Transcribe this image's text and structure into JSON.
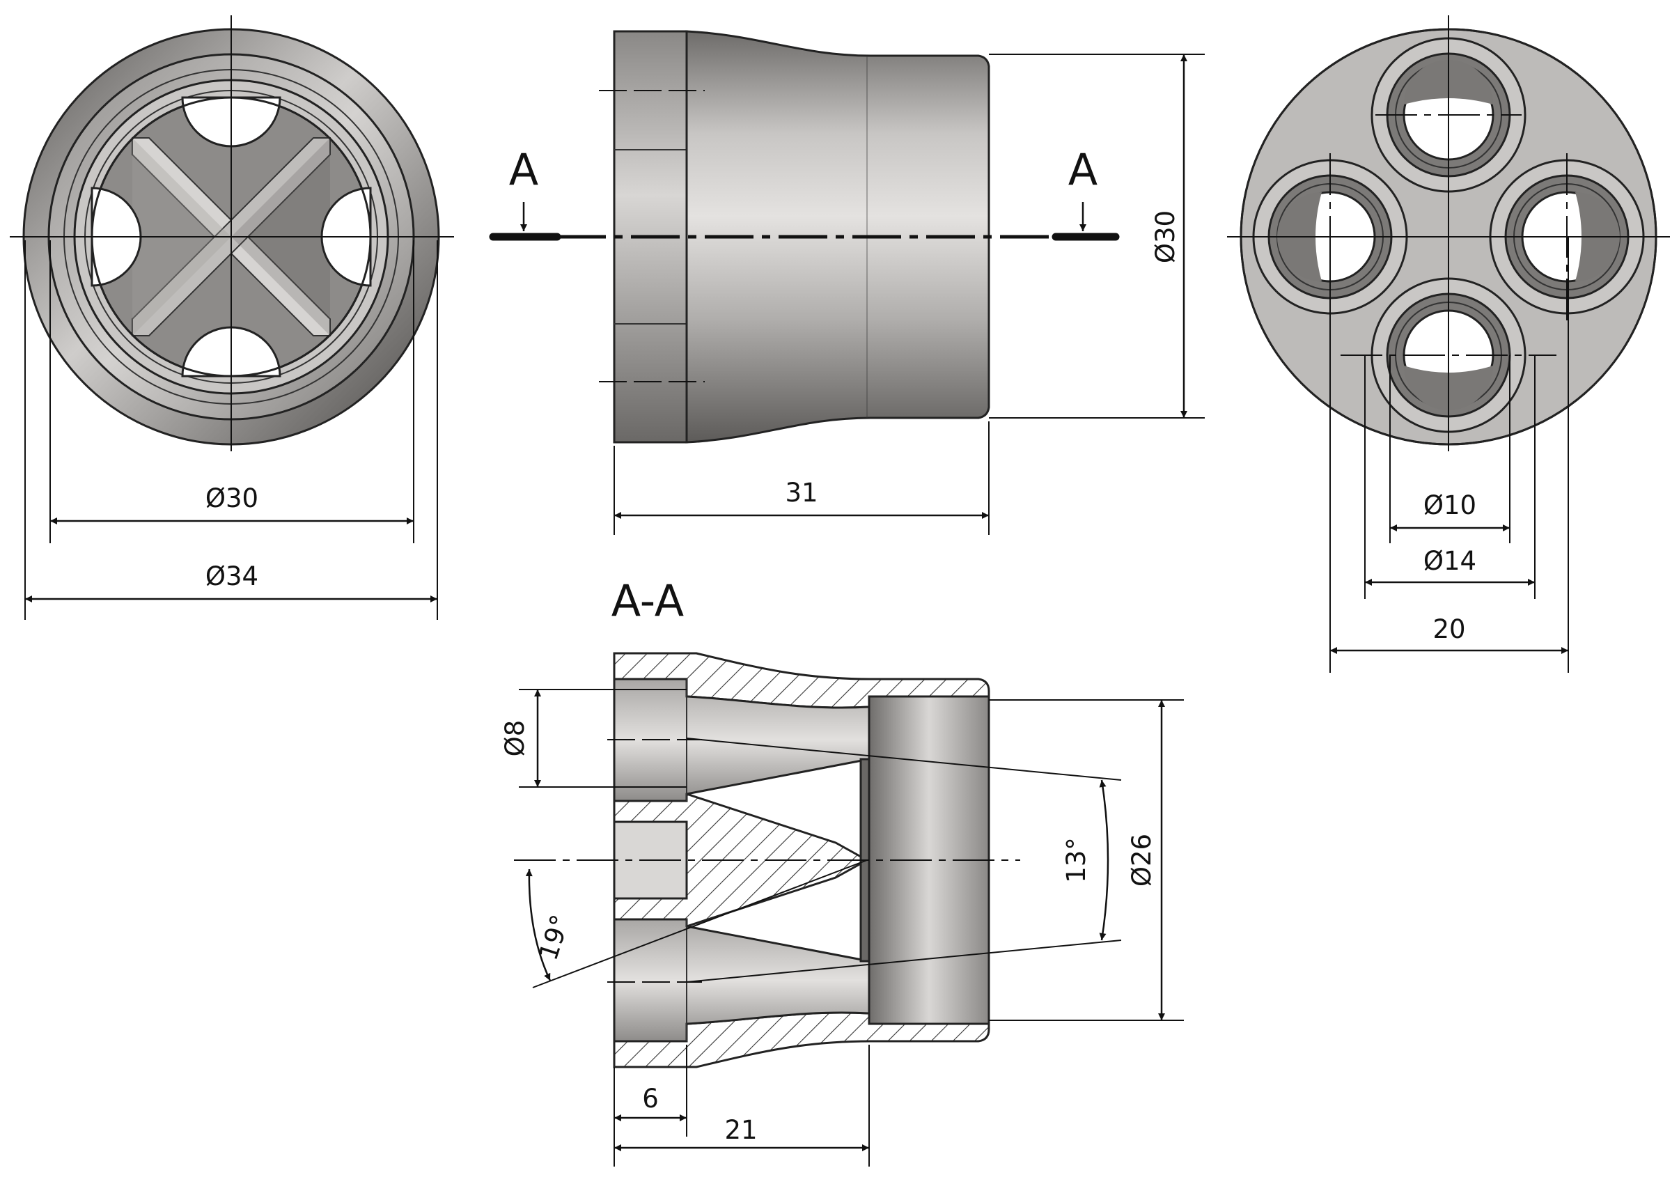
{
  "section_marker_left": "A",
  "section_marker_right": "A",
  "section_title": "A-A",
  "dims": {
    "front_inner_dia": "Ø30",
    "front_outer_dia": "Ø34",
    "side_length": "31",
    "side_dia": "Ø30",
    "rear_hole_dia": "Ø10",
    "rear_counterbore_dia": "Ø14",
    "rear_pitch": "20",
    "sect_hole_dia": "Ø8",
    "sect_bore_dia": "Ø26",
    "sect_taper_angle": "13°",
    "sect_cone_angle": "19°",
    "sect_depth_6": "6",
    "sect_depth_21": "21"
  },
  "colors": {
    "metal_light": "#e6e4e2",
    "metal_mid": "#b9b7b5",
    "metal_dark": "#6d6b69",
    "line": "#111111"
  }
}
